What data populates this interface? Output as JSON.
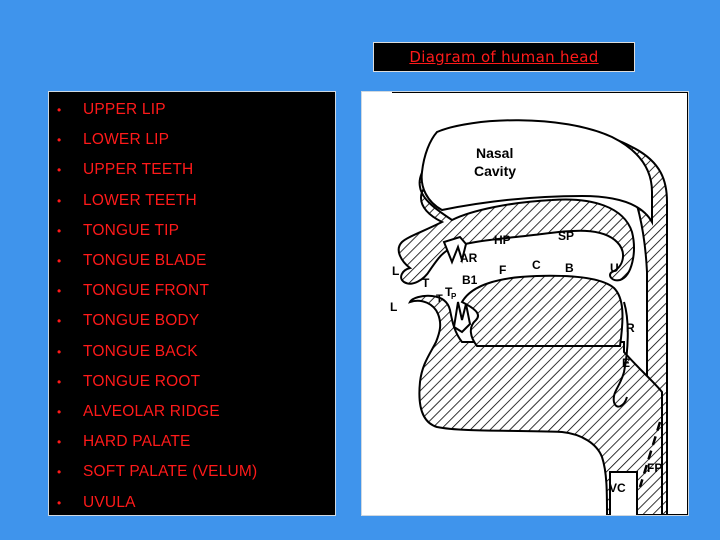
{
  "title": "Diagram of human head",
  "list_items": [
    "UPPER LIP",
    "LOWER LIP",
    "UPPER TEETH",
    "LOWER TEETH",
    "TONGUE TIP",
    "TONGUE BLADE",
    "TONGUE FRONT",
    "TONGUE BODY",
    "TONGUE BACK",
    "TONGUE ROOT",
    "ALVEOLAR RIDGE",
    "HARD PALATE",
    "SOFT PALATE (VELUM)",
    "UVULA"
  ],
  "bullet_char": "•",
  "diagram_labels": {
    "nasal_line1": "Nasal",
    "nasal_line2": "Cavity",
    "hp": "HP",
    "sp": "SP",
    "ar": "AR",
    "b1": "B1",
    "f": "F",
    "c": "C",
    "b": "B",
    "u": "U",
    "l_upper": "L",
    "l_lower": "L",
    "t_upper": "T",
    "t_lower": "T",
    "t_tip": "T",
    "p_sub": "P",
    "r": "R",
    "e": "E",
    "fp": "FP",
    "vc": "VC"
  },
  "colors": {
    "background": "#3f94ec",
    "panel": "#000000",
    "text": "#ff1a1a",
    "diagram_bg": "#ffffff"
  }
}
